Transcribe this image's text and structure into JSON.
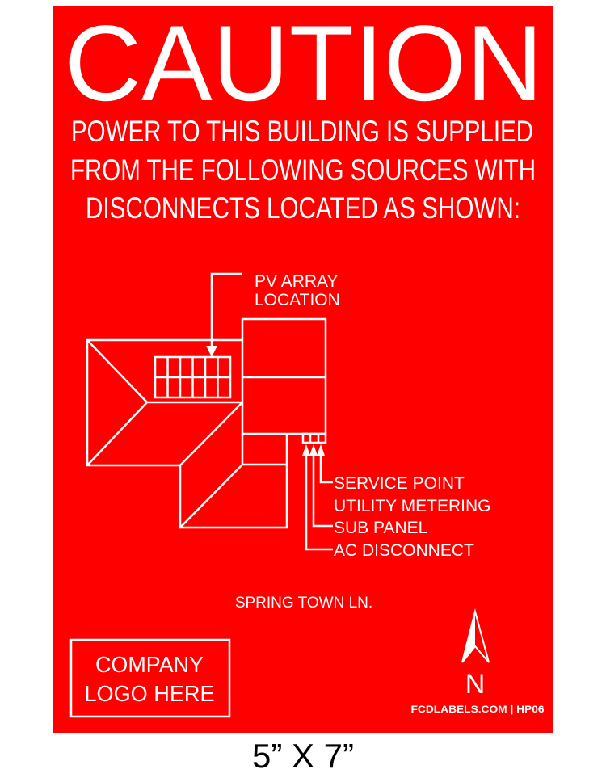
{
  "sign": {
    "background_color": "#ff0000",
    "foreground_color": "#ffffff",
    "heading": "CAUTION",
    "message_lines": [
      "POWER TO THIS BUILDING IS SUPPLIED",
      "FROM THE FOLLOWING SOURCES WITH",
      "DISCONNECTS LOCATED AS SHOWN:"
    ],
    "diagram": {
      "pv_label_lines": [
        "PV ARRAY",
        "LOCATION"
      ],
      "callouts": [
        "SERVICE POINT",
        "UTILITY METERING",
        "SUB PANEL",
        "AC DISCONNECT"
      ],
      "street": "SPRING TOWN LN."
    },
    "logo_placeholder_lines": [
      "COMPANY",
      "LOGO HERE"
    ],
    "north_label": "N",
    "north_icon": "north-arrow-icon",
    "footer": "FCDLABELS.COM | HP06"
  },
  "size_caption": "5” X 7”"
}
